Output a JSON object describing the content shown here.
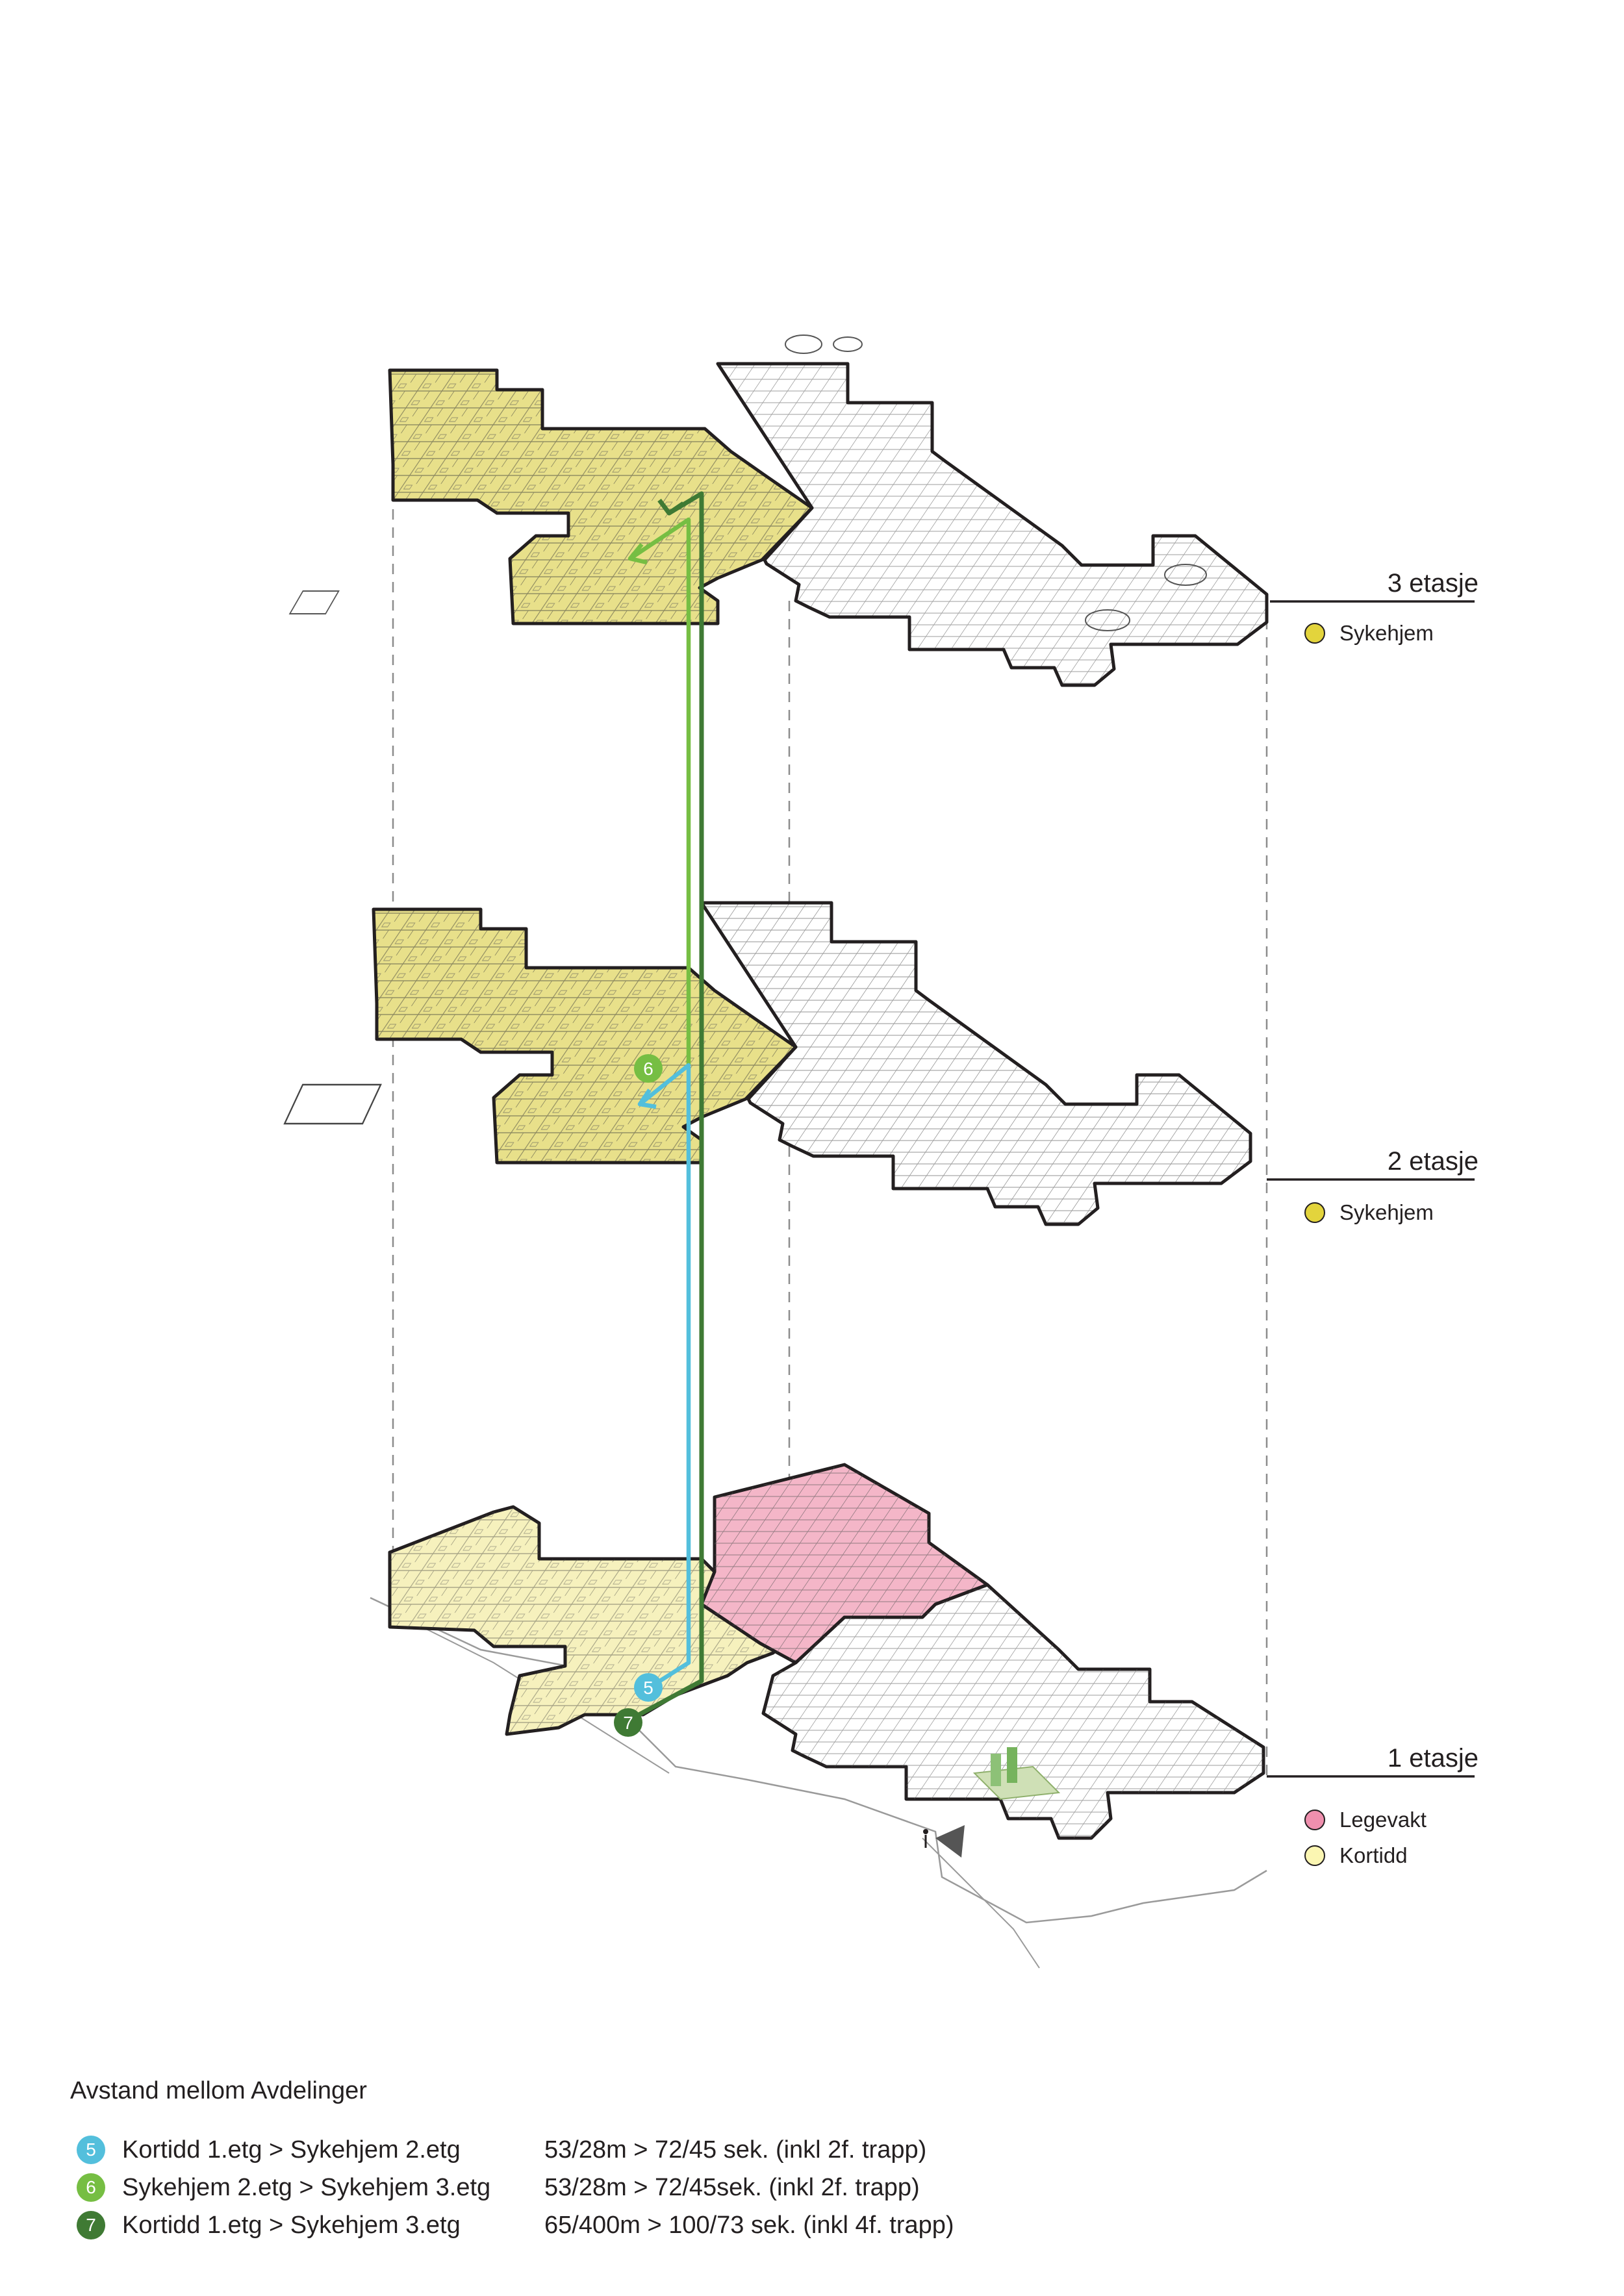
{
  "floors": [
    {
      "title": "3 etasje",
      "legend": [
        {
          "label": "Sykehjem",
          "color": "#e3d43c"
        }
      ]
    },
    {
      "title": "2 etasje",
      "legend": [
        {
          "label": "Sykehjem",
          "color": "#e3d43c"
        }
      ]
    },
    {
      "title": "1 etasje",
      "legend": [
        {
          "label": "Legevakt",
          "color": "#ef8fae"
        },
        {
          "label": "Kortidd",
          "color": "#fbf6b2"
        }
      ]
    }
  ],
  "colors": {
    "sykehjem_fill": "#e8e08a",
    "kortidd_fill": "#f6f1bd",
    "legevakt_fill": "#f4b6c8",
    "outline": "#231f20"
  },
  "route_markers": [
    {
      "number": "5",
      "color": "#53bfdc"
    },
    {
      "number": "6",
      "color": "#76be43"
    },
    {
      "number": "7",
      "color": "#3f7a34"
    }
  ],
  "distances": {
    "title": "Avstand mellom Avdelinger",
    "routes": [
      {
        "number": "5",
        "color": "#53bfdc",
        "label": "Kortidd 1.etg > Sykehjem 2.etg",
        "value": "53/28m > 72/45 sek. (inkl 2f. trapp)"
      },
      {
        "number": "6",
        "color": "#76be43",
        "label": "Sykehjem 2.etg > Sykehjem 3.etg",
        "value": "53/28m > 72/45sek. (inkl 2f. trapp)"
      },
      {
        "number": "7",
        "color": "#3f7a34",
        "label": "Kortidd 1.etg > Sykehjem 3.etg",
        "value": "65/400m > 100/73 sek. (inkl 4f. trapp)"
      }
    ]
  }
}
